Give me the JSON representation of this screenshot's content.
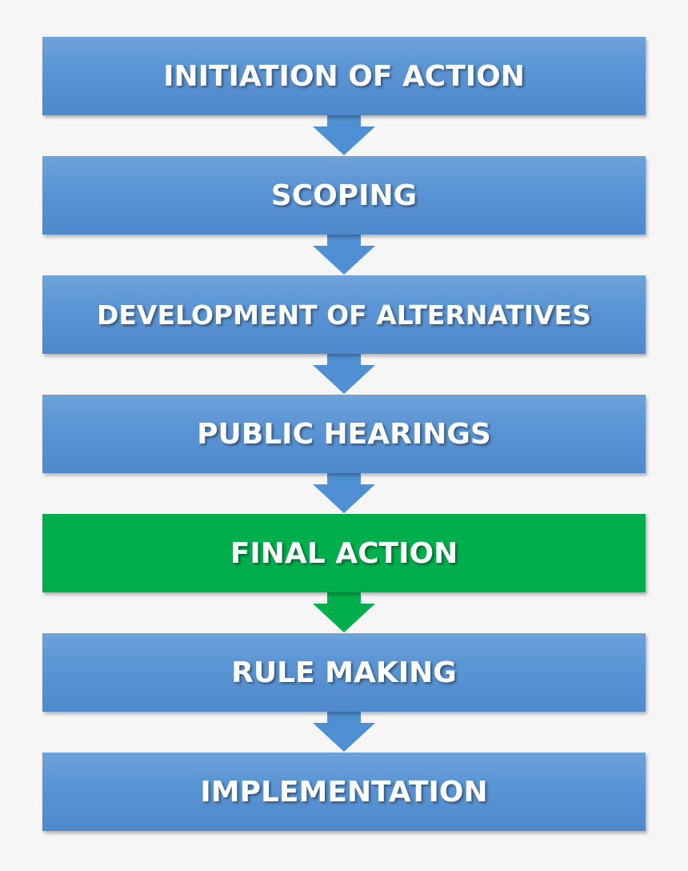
{
  "diagram": {
    "steps": [
      {
        "label": "INITIATION OF ACTION",
        "color": "#5b95d5"
      },
      {
        "label": "SCOPING",
        "color": "#5b95d5"
      },
      {
        "label": "DEVELOPMENT OF ALTERNATIVES",
        "color": "#5b95d5"
      },
      {
        "label": "PUBLIC HEARINGS",
        "color": "#5b95d5"
      },
      {
        "label": "FINAL ACTION",
        "color": "#00ae4c",
        "highlighted": true
      },
      {
        "label": "RULE MAKING",
        "color": "#5b95d5"
      },
      {
        "label": "IMPLEMENTATION",
        "color": "#5b95d5"
      }
    ],
    "arrow_colors": [
      "#4f8fd3",
      "#4f8fd3",
      "#4f8fd3",
      "#4f8fd3",
      "#00ae4c",
      "#4f8fd3"
    ]
  }
}
